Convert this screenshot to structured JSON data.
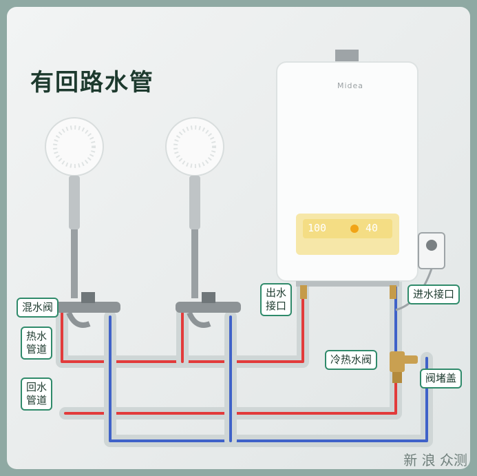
{
  "title": "有回路水管",
  "brand": "Midea",
  "display": {
    "left_value": "100",
    "right_value": "40"
  },
  "labels": {
    "mixing_valve": "混水阀",
    "hot_pipe": "热水\n管道",
    "return_pipe": "回水\n管道",
    "outlet": "出水\n接口",
    "inlet": "进水接口",
    "hot_cold_valve": "冷热水阀",
    "valve_cap": "阀堵盖"
  },
  "watermark": "新 浪 众测",
  "colors": {
    "hot": "#e23b3b",
    "cold": "#3f62c9",
    "accent": "#2f8a6a"
  }
}
